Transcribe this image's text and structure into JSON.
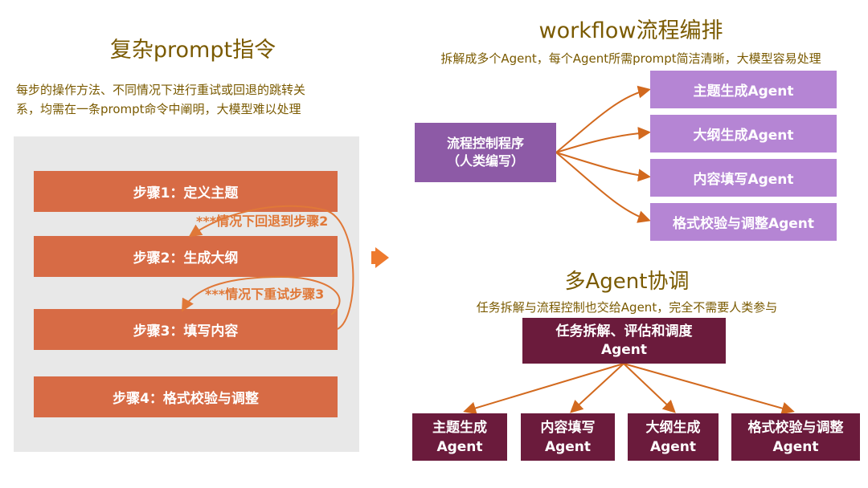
{
  "left": {
    "title": "复杂prompt指令",
    "desc_line1": "每步的操作方法、不同情况下进行重试或回退的跳转关",
    "desc_line2": "系，均需在一条prompt命令中阐明，大模型难以处理",
    "steps": [
      "步骤1：定义主题",
      "步骤2：生成大纲",
      "步骤3：填写内容",
      "步骤4：格式校验与调整"
    ],
    "note1": "***情况下回退到步骤2",
    "note2": "***情况下重试步骤3"
  },
  "right_top": {
    "title": "workflow流程编排",
    "desc": "拆解成多个Agent，每个Agent所需prompt简洁清晰，大模型容易处理",
    "controller_line1": "流程控制程序",
    "controller_line2": "（人类编写）",
    "agents": [
      "主题生成Agent",
      "大纲生成Agent",
      "内容填写Agent",
      "格式校验与调整Agent"
    ]
  },
  "right_bottom": {
    "title": "多Agent协调",
    "desc": "任务拆解与流程控制也交给Agent，完全不需要人类参与",
    "coordinator_line1": "任务拆解、评估和调度",
    "coordinator_line2": "Agent",
    "agents": [
      {
        "line1": "主题生成",
        "line2": "Agent"
      },
      {
        "line1": "内容填写",
        "line2": "Agent"
      },
      {
        "line1": "大纲生成",
        "line2": "Agent"
      },
      {
        "line1": "格式校验与调整",
        "line2": "Agent"
      }
    ]
  },
  "colors": {
    "step": "#d76b45",
    "note": "#e07838",
    "controller": "#8d5aa6",
    "agent_purple": "#b585d4",
    "coordinator": "#6b1b3c",
    "connector": "#d2691e",
    "title_text": "#7a5a00"
  }
}
